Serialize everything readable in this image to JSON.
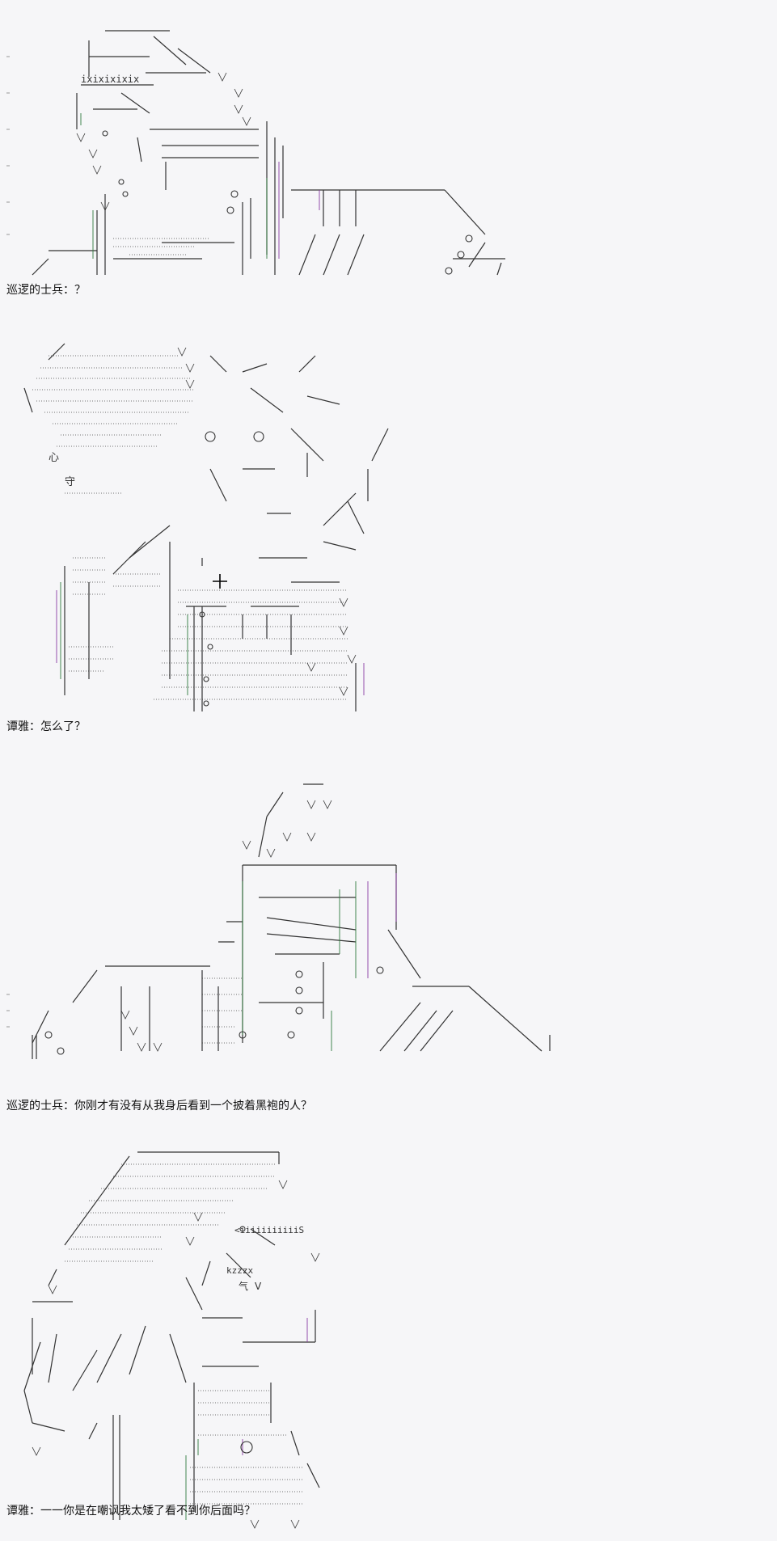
{
  "panels": [
    {
      "caption": "巡逻的士兵：？"
    },
    {
      "caption": "谭雅：怎么了？"
    },
    {
      "caption": "巡逻的士兵：你刚才有没有从我身后看到一个披着黑袍的人？"
    },
    {
      "caption": "谭雅：一一你是在嘲讽我太矮了看不到你后面吗？"
    }
  ],
  "art_text": {
    "helmet_mark": "ixixixixix",
    "sound_note": "<iiiiiiiiiiiS",
    "sign_ki": "气",
    "sign_v": "V",
    "sign_zzz": "kzzzx",
    "sign_xin": "心",
    "sign_shou": "守"
  }
}
